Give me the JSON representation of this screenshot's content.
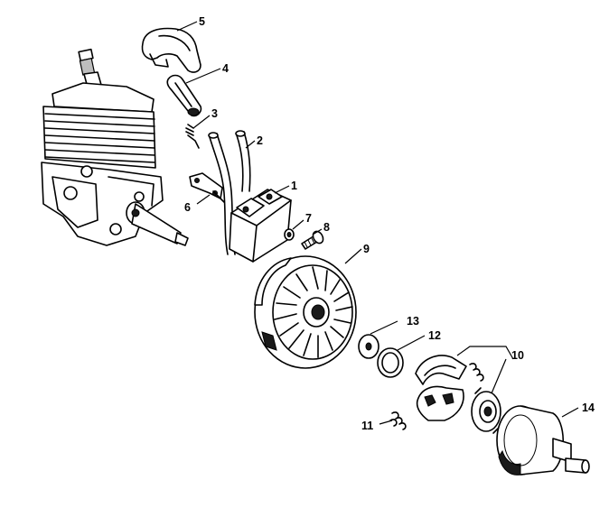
{
  "labels": [
    {
      "id": "1",
      "text": "1"
    },
    {
      "id": "2",
      "text": "2"
    },
    {
      "id": "3",
      "text": "3"
    },
    {
      "id": "4",
      "text": "4"
    },
    {
      "id": "5",
      "text": "5"
    },
    {
      "id": "6",
      "text": "6"
    },
    {
      "id": "7",
      "text": "7"
    },
    {
      "id": "8",
      "text": "8"
    },
    {
      "id": "9",
      "text": "9"
    },
    {
      "id": "10",
      "text": "10"
    },
    {
      "id": "11",
      "text": "11"
    },
    {
      "id": "12",
      "text": "12"
    },
    {
      "id": "13",
      "text": "13"
    },
    {
      "id": "14",
      "text": "14"
    }
  ],
  "colors": {
    "ink": "#000000",
    "paper": "#ffffff",
    "shade": "#1a1a1a"
  }
}
